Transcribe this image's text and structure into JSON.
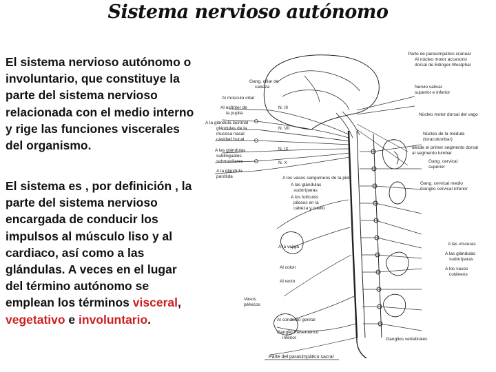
{
  "slide": {
    "title": "Sistema nervioso autónomo",
    "paragraph1": "El sistema nervioso autónomo o involuntario, que constituye la parte del sistema nervioso relacionada con el medio interno y rige las funciones viscerales del organismo.",
    "paragraph2": {
      "lead": "El sistema es , por definición , la parte del sistema nervioso encargada de conducir los impulsos al músculo liso y al cardiaco, así como a las glándulas. A veces en el lugar del término autónomo se emplean los términos ",
      "term1": "visceral",
      "sep1": ", ",
      "term2": "vegetativo",
      "sep2": " e ",
      "term3": "involuntario",
      "end": "."
    },
    "highlight_color": "#cc1f1f"
  },
  "diagram": {
    "labels_left": [
      "Gang. ciliar de",
      "cabeza",
      "Al músculo ciliar",
      "Al esfínter de",
      "la pupila",
      "A la glándula lacrimal",
      "glándulas de la",
      "mucosa nasal",
      "cavidad bucal",
      "A las glándulas",
      "sublinguales",
      "submaxilares",
      "A la glándula",
      "parótida"
    ],
    "labels_right": [
      "Parte de parasimpático craneal",
      "Al núcleo motor accesorio",
      "dorsal de Edinger-Westphal",
      "Nervio salivar",
      "superior e inferior",
      "Núcleo motor dorsal del vago",
      "Núcleo de la médula",
      "(toracolumbar)",
      "desde el primer segmento dorsal",
      "al segmento lumbar",
      "Gang. cervical",
      "superior",
      "Gang. cervical medio",
      "Ganglio cervical inferior",
      "A las vísceras",
      "A las glándulas",
      "sudoríparas",
      "A los vasos",
      "cutáneos"
    ],
    "labels_mid": [
      "A los vasos sanguíneos de la piel",
      "A las glándulas",
      "sudoríparas",
      "A los folículos",
      "pilosos en la",
      "cabeza y cuello",
      "A la vejiga",
      "Al colon",
      "Al recto",
      "Al conducto genital",
      "Ganglio mesentérico",
      "inferior",
      "Vasos",
      "pélvicos",
      "Ganglios vertebrales"
    ],
    "labels_bottom": "Parte del parasimpático sacral",
    "nerve_labels": [
      "N. III",
      "N. VII",
      "N. IX",
      "N. X"
    ]
  }
}
